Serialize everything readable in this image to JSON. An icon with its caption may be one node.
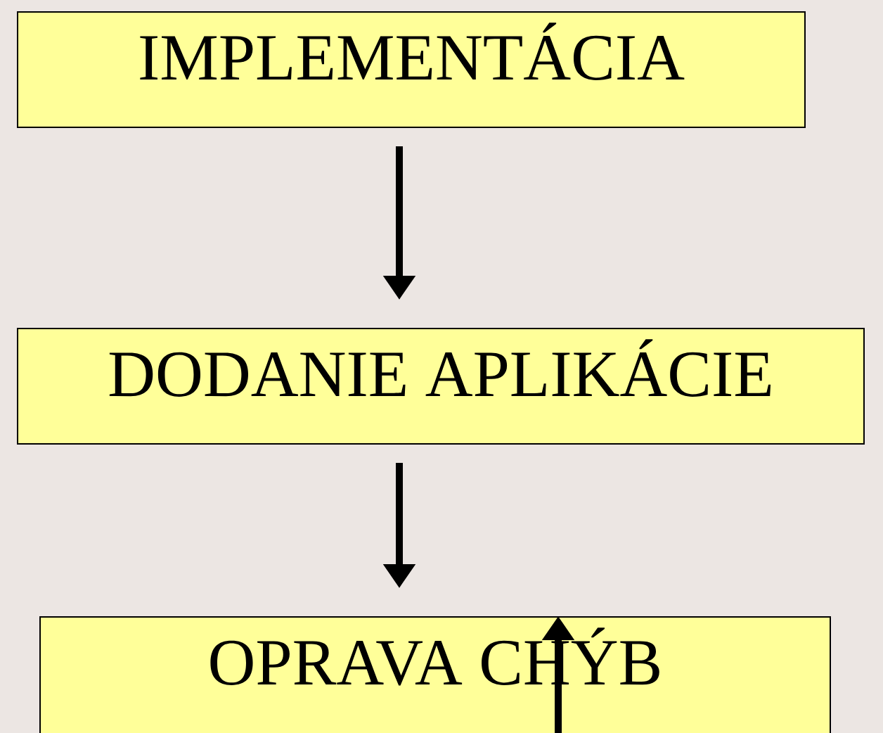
{
  "diagram": {
    "nodes": [
      {
        "text": [
          "IMPLEMENTÁCIA"
        ]
      },
      {
        "text": [
          "DODANIE APLIKÁCIE"
        ]
      },
      {
        "text": [
          "OPRAVA CHÝB"
        ]
      }
    ],
    "edges": [
      {
        "from": 0,
        "to": 1,
        "arrow": "to"
      },
      {
        "from": 1,
        "to": 2,
        "arrow": "to"
      },
      {
        "from": null,
        "to": 2,
        "arrow": "to"
      }
    ]
  }
}
